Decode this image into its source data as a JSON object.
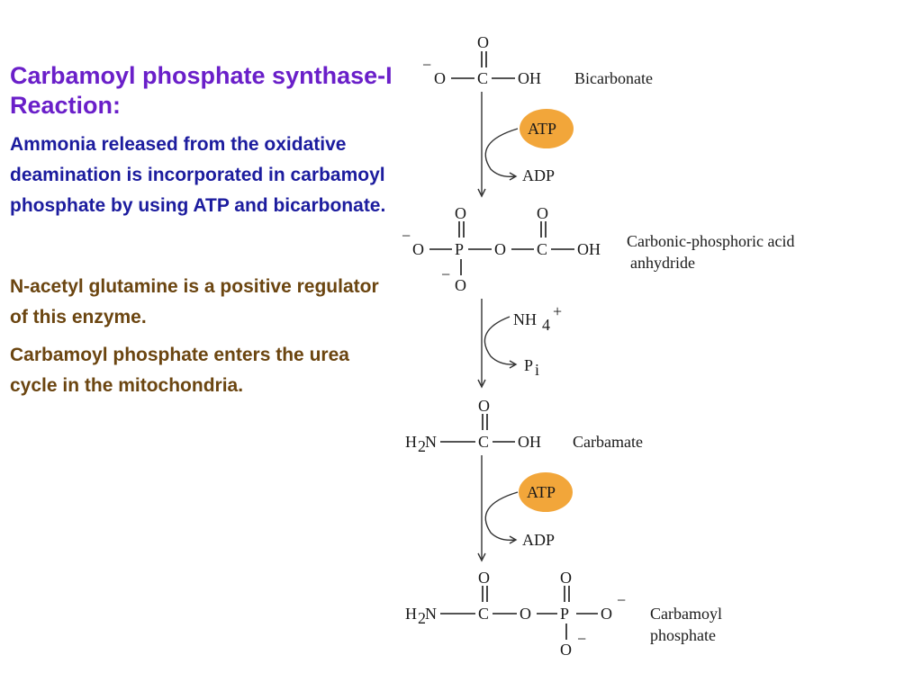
{
  "title": "Carbamoyl phosphate synthase-I  Reaction:",
  "paragraphs": {
    "p1": "Ammonia released from the oxidative deamination is incorporated in carbamoyl phosphate by using ATP and bicarbonate.",
    "p2": "N-acetyl glutamine is a positive regulator of this enzyme.",
    "p3": "Carbamoyl phosphate enters the urea cycle in the mitochondria."
  },
  "colors": {
    "title": "#6a1fc9",
    "p1": "#1c1c9e",
    "p2_p3": "#6b4510",
    "atp_fill": "#f2a63a"
  },
  "diagram": {
    "compounds": {
      "bicarbonate": "Bicarbonate",
      "anhydride_line1": "Carbonic-phosphoric acid",
      "anhydride_line2": "anhydride",
      "carbamate": "Carbamate",
      "cp_line1": "Carbamoyl",
      "cp_line2": "phosphate"
    },
    "cofactors": {
      "atp": "ATP",
      "adp": "ADP",
      "nh4": "NH",
      "nh4_sub": "4",
      "nh4_sup": "+",
      "pi": "P",
      "pi_sub": "i"
    },
    "atoms": {
      "o": "O",
      "c": "C",
      "p": "P",
      "oh": "OH",
      "h": "H",
      "n": "N",
      "two": "2",
      "minus": "−"
    }
  }
}
